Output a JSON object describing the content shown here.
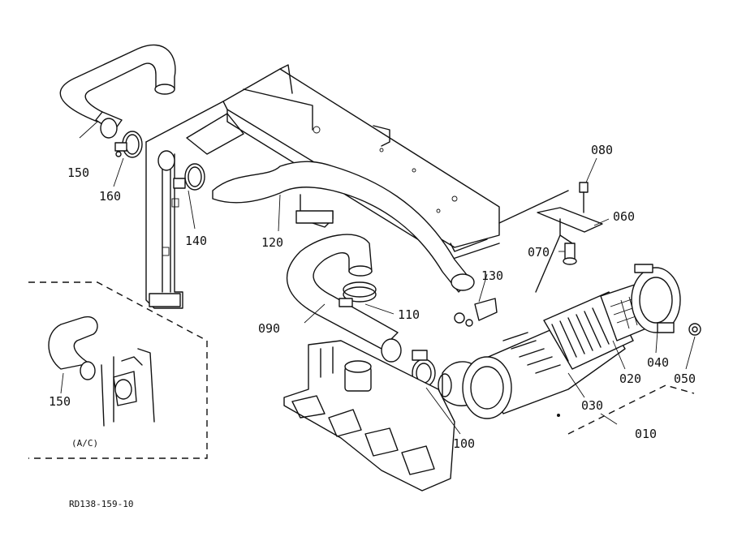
{
  "callouts": {
    "c010": "010",
    "c020": "020",
    "c030": "030",
    "c040": "040",
    "c050": "050",
    "c060": "060",
    "c070": "070",
    "c080": "080",
    "c090": "090",
    "c100": "100",
    "c110": "110",
    "c120": "120",
    "c130": "130",
    "c140": "140",
    "c150": "150",
    "c150b": "150",
    "c160": "160"
  },
  "inset_label": "(A/C)",
  "figure_code": "RD138-159-10"
}
